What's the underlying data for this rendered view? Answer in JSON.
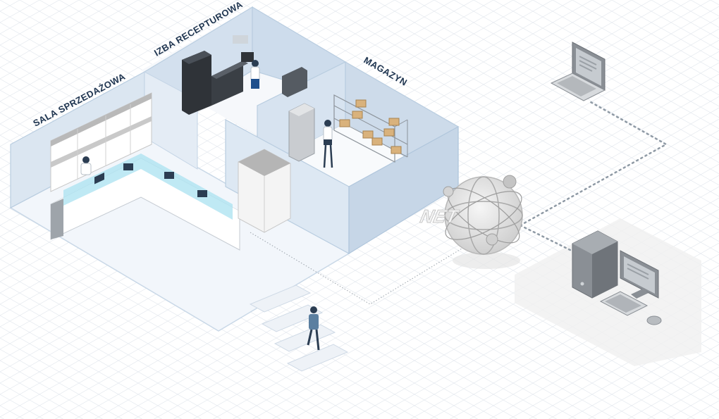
{
  "rooms": {
    "sales_hall": "SALA SPRZEDAŻOWA",
    "prescription_room": "IZBA RECEPTUROWA",
    "warehouse": "MAGAZYN"
  },
  "network": {
    "globe_label": "NET"
  },
  "icons": [
    "laptop-icon",
    "desktop-computer-icon",
    "globe-network-icon",
    "person-icon"
  ],
  "colors": {
    "wall": "#dbe6f1",
    "wall_edge": "#b9cde0",
    "floor": "#f1f5fa",
    "glass": "#a9e1f0",
    "accent": "#2a4a6e",
    "connector": "#8f9aa5"
  }
}
